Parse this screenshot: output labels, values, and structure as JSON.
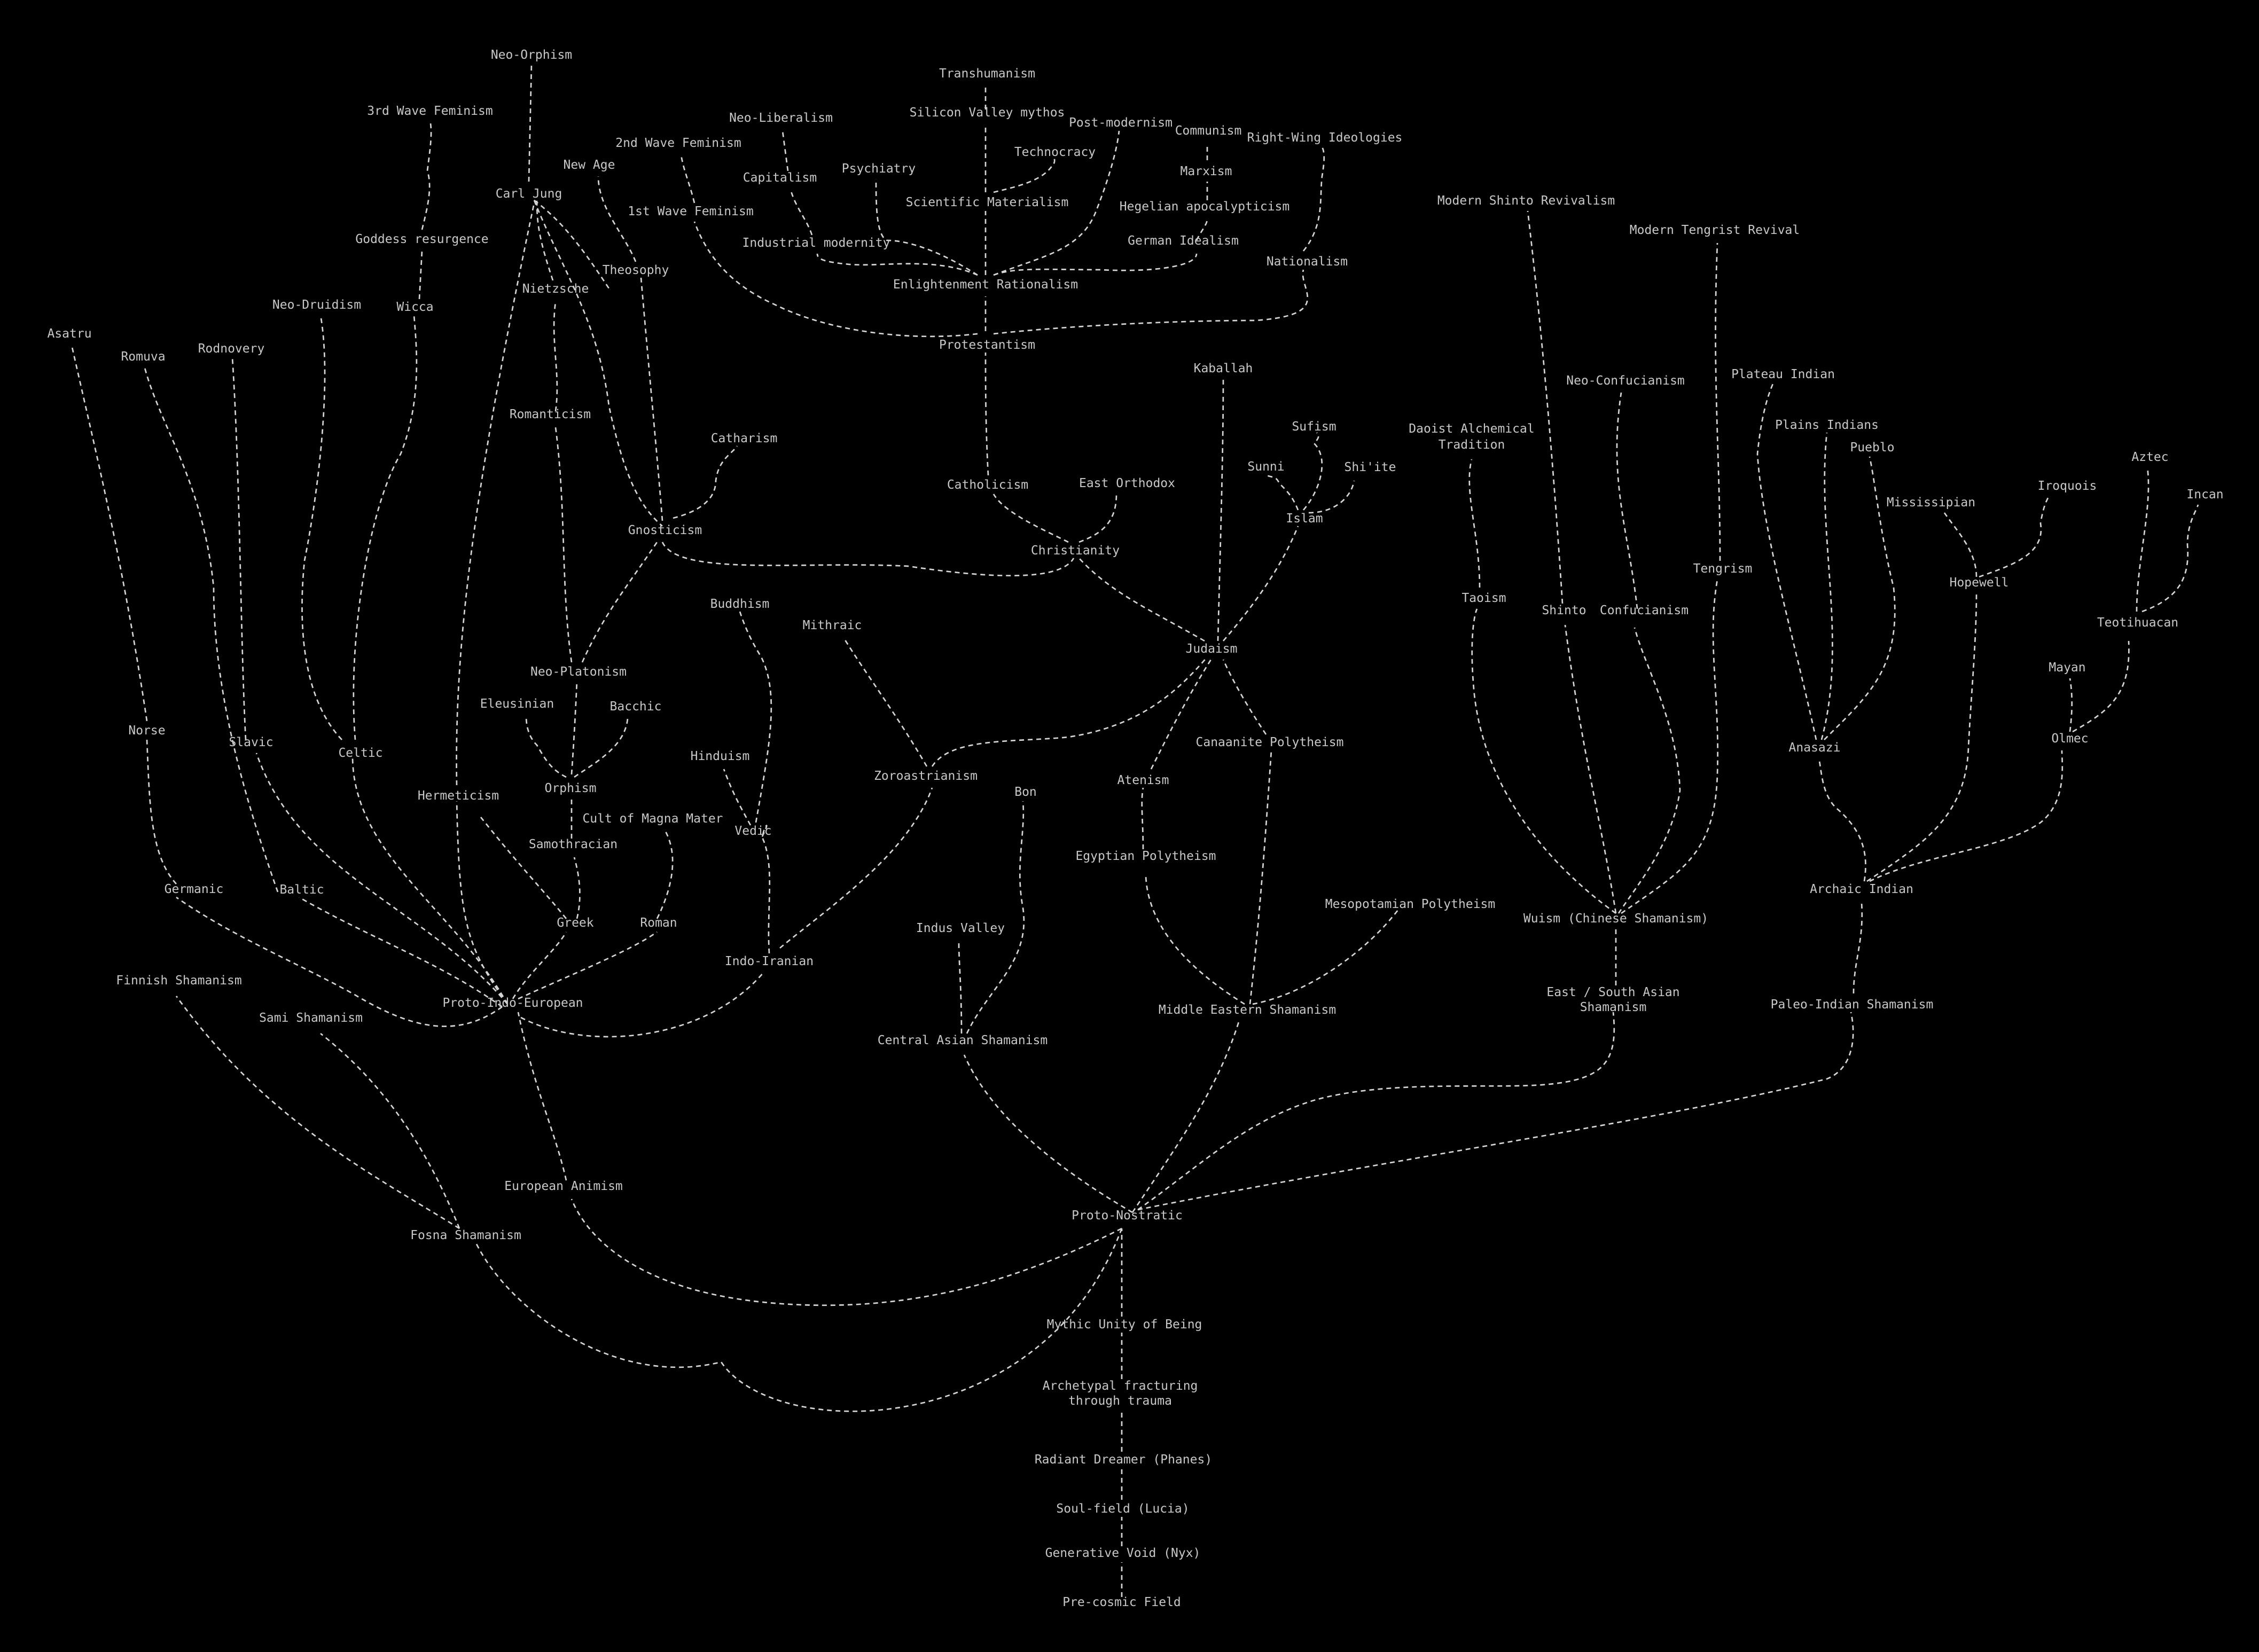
{
  "colors": {
    "background": "#000000",
    "line": "#d6d6d6",
    "text": "#c8c8c8"
  },
  "nodes": {
    "neo_orphism": "Neo-Orphism",
    "third_wave_feminism": "3rd Wave Feminism",
    "goddess_resurgence": "Goddess resurgence",
    "wicca": "Wicca",
    "neo_druidism": "Neo-Druidism",
    "asatru": "Asatru",
    "romuva": "Romuva",
    "rodnovery": "Rodnovery",
    "carl_jung": "Carl Jung",
    "new_age": "New Age",
    "second_wave_feminism": "2nd Wave Feminism",
    "first_wave_feminism": "1st Wave Feminism",
    "theosophy": "Theosophy",
    "nietzsche": "Nietzsche",
    "romanticism": "Romanticism",
    "catharism": "Catharism",
    "gnosticism": "Gnosticism",
    "neo_liberalism": "Neo-Liberalism",
    "capitalism": "Capitalism",
    "industrial_modernity": "Industrial modernity",
    "psychiatry": "Psychiatry",
    "transhumanism": "Transhumanism",
    "silicon_valley_mythos": "Silicon Valley mythos",
    "technocracy": "Technocracy",
    "scientific_materialism": "Scientific Materialism",
    "post_modernism": "Post-modernism",
    "communism": "Communism",
    "marxism": "Marxism",
    "hegelian_apocalypticism": "Hegelian apocalypticism",
    "german_idealism": "German Idealism",
    "right_wing_ideologies": "Right-Wing Ideologies",
    "nationalism": "Nationalism",
    "enlightenment_rationalism": "Enlightenment Rationalism",
    "protestantism": "Protestantism",
    "kaballah": "Kaballah",
    "catholicism": "Catholicism",
    "east_orthodox": "East Orthodox",
    "christianity": "Christianity",
    "sufism": "Sufism",
    "sunni": "Sunni",
    "shiite": "Shi'ite",
    "islam": "Islam",
    "judaism": "Judaism",
    "buddhism": "Buddhism",
    "mithraic": "Mithraic",
    "neo_platonism": "Neo-Platonism",
    "eleusinian": "Eleusinian",
    "bacchic": "Bacchic",
    "orphism": "Orphism",
    "hinduism": "Hinduism",
    "vedic": "Vedic",
    "cult_of_magna_mater": "Cult of Magna Mater",
    "samothracian": "Samothracian",
    "hermeticism": "Hermeticism",
    "greek": "Greek",
    "roman": "Roman",
    "zoroastrianism": "Zoroastrianism",
    "bon": "Bon",
    "atenism": "Atenism",
    "canaanite_polytheism": "Canaanite Polytheism",
    "egyptian_polytheism": "Egyptian Polytheism",
    "mesopotamian_polytheism": "Mesopotamian Polytheism",
    "norse": "Norse",
    "slavic": "Slavic",
    "celtic": "Celtic",
    "germanic": "Germanic",
    "baltic": "Baltic",
    "indus_valley": "Indus Valley",
    "indo_iranian": "Indo-Iranian",
    "proto_indo_european": "Proto-Indo-European",
    "finnish_shamanism": "Finnish Shamanism",
    "sami_shamanism": "Sami Shamanism",
    "central_asian_shamanism": "Central Asian Shamanism",
    "middle_eastern_shamanism": "Middle Eastern Shamanism",
    "european_animism": "European Animism",
    "fosna_shamanism": "Fosna Shamanism",
    "proto_nostratic": "Proto-Nostratic",
    "modern_shinto_revivalism": "Modern Shinto Revivalism",
    "modern_tengrist_revival": "Modern Tengrist Revival",
    "neo_confucianism": "Neo-Confucianism",
    "daoist_alchemical_tradition_1": "Daoist Alchemical",
    "daoist_alchemical_tradition_2": "Tradition",
    "plateau_indian": "Plateau Indian",
    "plains_indians": "Plains Indians",
    "pueblo": "Pueblo",
    "tengrism": "Tengrism",
    "taoism": "Taoism",
    "shinto": "Shinto",
    "confucianism": "Confucianism",
    "mississipian": "Mississipian",
    "iroquois": "Iroquois",
    "aztec": "Aztec",
    "incan": "Incan",
    "hopewell": "Hopewell",
    "teotihuacan": "Teotihuacan",
    "mayan": "Mayan",
    "olmec": "Olmec",
    "anasazi": "Anasazi",
    "archaic_indian": "Archaic Indian",
    "wuism": "Wuism (Chinese Shamanism)",
    "east_south_asian_shamanism_1": "East / South Asian",
    "east_south_asian_shamanism_2": "Shamanism",
    "paleo_indian_shamanism": "Paleo-Indian Shamanism",
    "mythic_unity_of_being": "Mythic Unity of Being",
    "archetypal_fracturing_1": "Archetypal fracturing",
    "archetypal_fracturing_2": "through trauma",
    "radiant_dreamer": "Radiant Dreamer (Phanes)",
    "soul_field": "Soul-field (Lucia)",
    "generative_void": "Generative Void (Nyx)",
    "pre_cosmic_field": "Pre-cosmic Field"
  }
}
